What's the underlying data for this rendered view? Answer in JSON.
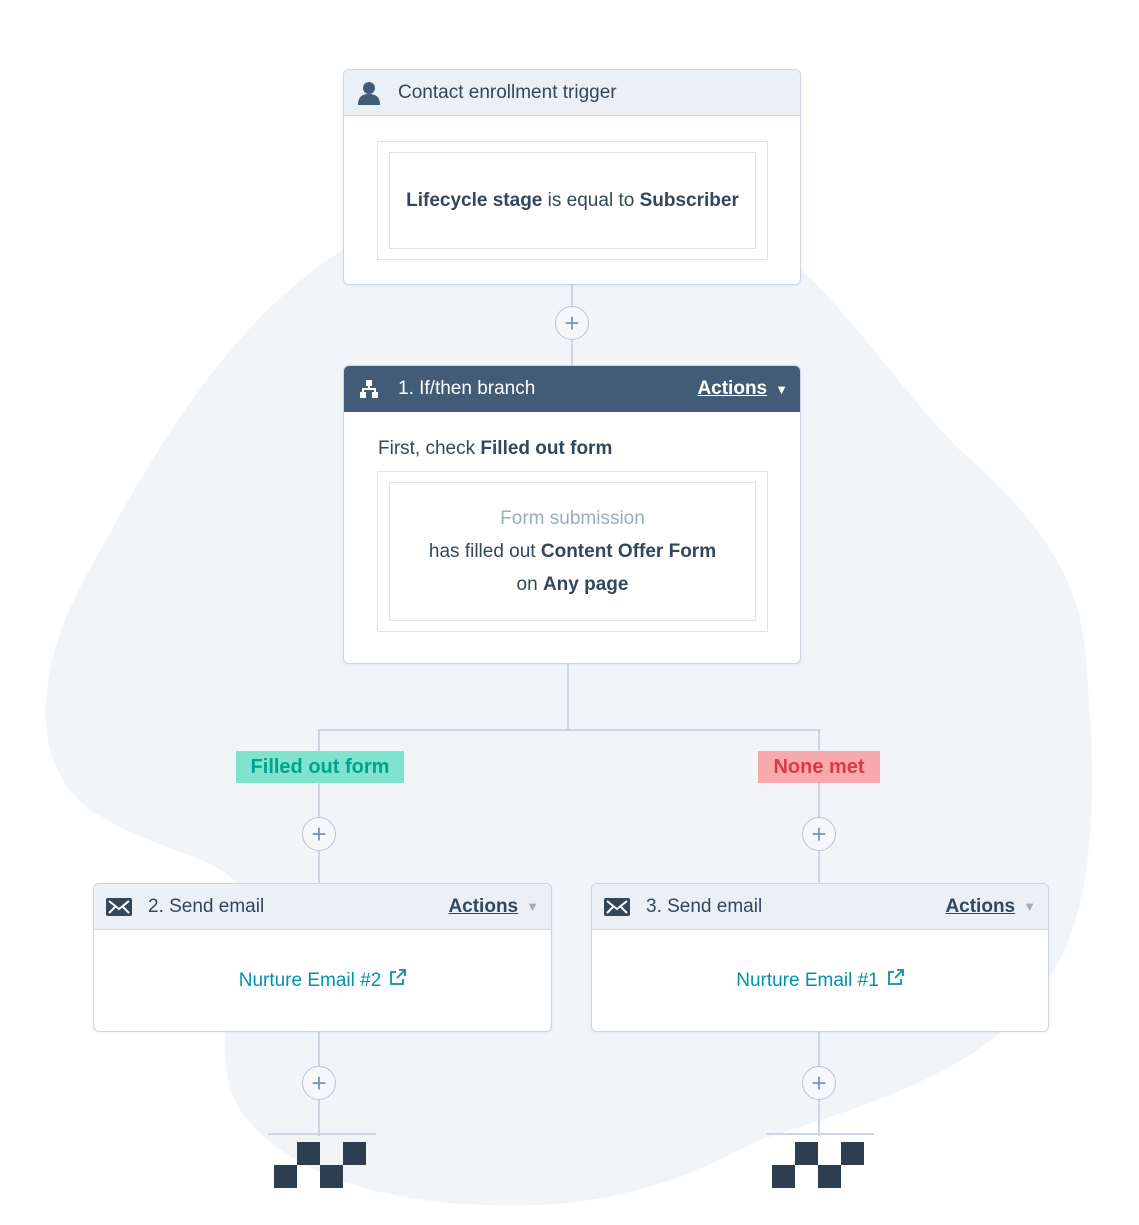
{
  "trigger": {
    "title": "Contact enrollment trigger",
    "condition": {
      "property": "Lifecycle stage",
      "operator": "is equal to",
      "value": "Subscriber"
    }
  },
  "branch": {
    "title": "1. If/then branch",
    "actions_label": "Actions",
    "check_prefix": "First, check",
    "check_name": "Filled out form",
    "criteria_heading": "Form submission",
    "criteria_line1_prefix": "has filled out",
    "criteria_form": "Content Offer Form",
    "criteria_line2_prefix": "on",
    "criteria_page": "Any page"
  },
  "paths": {
    "left_label": "Filled out form",
    "right_label": "None met"
  },
  "email_left": {
    "title": "2. Send email",
    "actions_label": "Actions",
    "email_name": "Nurture Email #2"
  },
  "email_right": {
    "title": "3. Send email",
    "actions_label": "Actions",
    "email_name": "Nurture Email #1"
  },
  "icons": [
    "contact-icon",
    "branch-icon",
    "email-icon",
    "external-link-icon",
    "plus-icon",
    "caret-down-icon",
    "finish-flag-icon"
  ],
  "colors": {
    "header_dark": "#425b76",
    "tag_green_bg": "#5fe0c4",
    "tag_green_text": "#00a38d",
    "tag_red_bg": "#f8a9ad",
    "tag_red_text": "#d93a46",
    "link": "#0091ae"
  }
}
